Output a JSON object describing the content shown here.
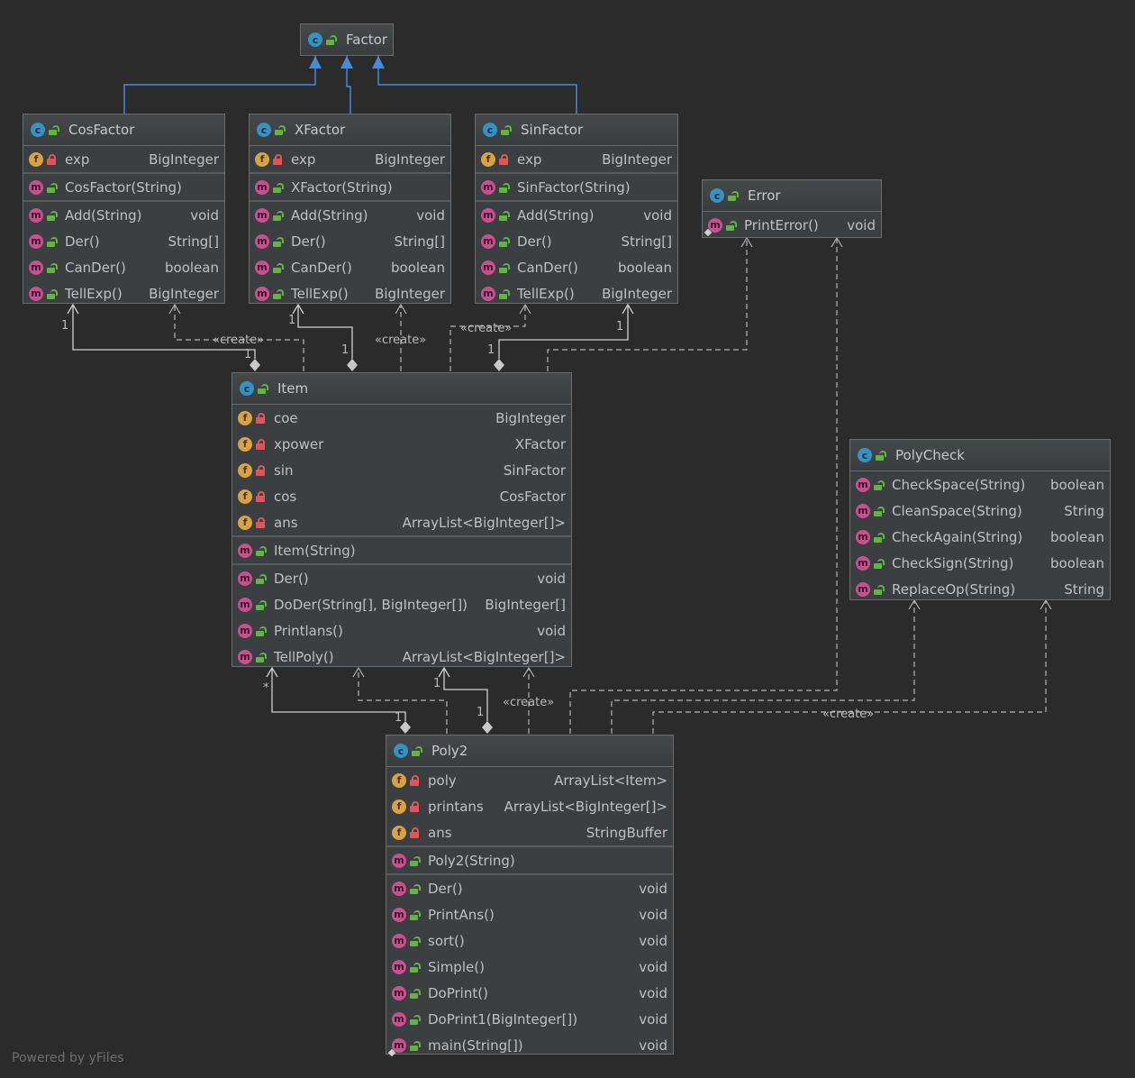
{
  "footer": "Powered by yFiles",
  "classes": {
    "factor": {
      "name": "Factor"
    },
    "cosfactor": {
      "name": "CosFactor",
      "fields": [
        {
          "name": "exp",
          "type": "BigInteger"
        }
      ],
      "ctors": [
        {
          "name": "CosFactor(String)",
          "type": ""
        }
      ],
      "methods": [
        {
          "name": "Add(String)",
          "type": "void"
        },
        {
          "name": "Der()",
          "type": "String[]"
        },
        {
          "name": "CanDer()",
          "type": "boolean"
        },
        {
          "name": "TellExp()",
          "type": "BigInteger"
        }
      ]
    },
    "xfactor": {
      "name": "XFactor",
      "fields": [
        {
          "name": "exp",
          "type": "BigInteger"
        }
      ],
      "ctors": [
        {
          "name": "XFactor(String)",
          "type": ""
        }
      ],
      "methods": [
        {
          "name": "Add(String)",
          "type": "void"
        },
        {
          "name": "Der()",
          "type": "String[]"
        },
        {
          "name": "CanDer()",
          "type": "boolean"
        },
        {
          "name": "TellExp()",
          "type": "BigInteger"
        }
      ]
    },
    "sinfactor": {
      "name": "SinFactor",
      "fields": [
        {
          "name": "exp",
          "type": "BigInteger"
        }
      ],
      "ctors": [
        {
          "name": "SinFactor(String)",
          "type": ""
        }
      ],
      "methods": [
        {
          "name": "Add(String)",
          "type": "void"
        },
        {
          "name": "Der()",
          "type": "String[]"
        },
        {
          "name": "CanDer()",
          "type": "boolean"
        },
        {
          "name": "TellExp()",
          "type": "BigInteger"
        }
      ]
    },
    "error": {
      "name": "Error",
      "methods": [
        {
          "name": "PrintError()",
          "type": "void",
          "static": true
        }
      ]
    },
    "item": {
      "name": "Item",
      "fields": [
        {
          "name": "coe",
          "type": "BigInteger"
        },
        {
          "name": "xpower",
          "type": "XFactor"
        },
        {
          "name": "sin",
          "type": "SinFactor"
        },
        {
          "name": "cos",
          "type": "CosFactor"
        },
        {
          "name": "ans",
          "type": "ArrayList<BigInteger[]>"
        }
      ],
      "ctors": [
        {
          "name": "Item(String)",
          "type": ""
        }
      ],
      "methods": [
        {
          "name": "Der()",
          "type": "void"
        },
        {
          "name": "DoDer(String[], BigInteger[])",
          "type": "BigInteger[]"
        },
        {
          "name": "Printlans()",
          "type": "void"
        },
        {
          "name": "TellPoly()",
          "type": "ArrayList<BigInteger[]>"
        }
      ]
    },
    "polycheck": {
      "name": "PolyCheck",
      "methods": [
        {
          "name": "CheckSpace(String)",
          "type": "boolean"
        },
        {
          "name": "CleanSpace(String)",
          "type": "String"
        },
        {
          "name": "CheckAgain(String)",
          "type": "boolean"
        },
        {
          "name": "CheckSign(String)",
          "type": "boolean"
        },
        {
          "name": "ReplaceOp(String)",
          "type": "String"
        }
      ]
    },
    "poly2": {
      "name": "Poly2",
      "fields": [
        {
          "name": "poly",
          "type": "ArrayList<Item>"
        },
        {
          "name": "printans",
          "type": "ArrayList<BigInteger[]>"
        },
        {
          "name": "ans",
          "type": "StringBuffer"
        }
      ],
      "ctors": [
        {
          "name": "Poly2(String)",
          "type": ""
        }
      ],
      "methods": [
        {
          "name": "Der()",
          "type": "void"
        },
        {
          "name": "PrintAns()",
          "type": "void"
        },
        {
          "name": "sort()",
          "type": "void"
        },
        {
          "name": "Simple()",
          "type": "void"
        },
        {
          "name": "DoPrint()",
          "type": "void"
        },
        {
          "name": "DoPrint1(BigInteger[])",
          "type": "void"
        },
        {
          "name": "main(String[])",
          "type": "void",
          "static": true
        }
      ]
    }
  },
  "edge_labels": {
    "create": "«create»",
    "one": "1",
    "many": "*"
  },
  "colors": {
    "background": "#2b2b2b",
    "inheritance": "#4a88d8",
    "dependency": "#b4b4b4"
  }
}
